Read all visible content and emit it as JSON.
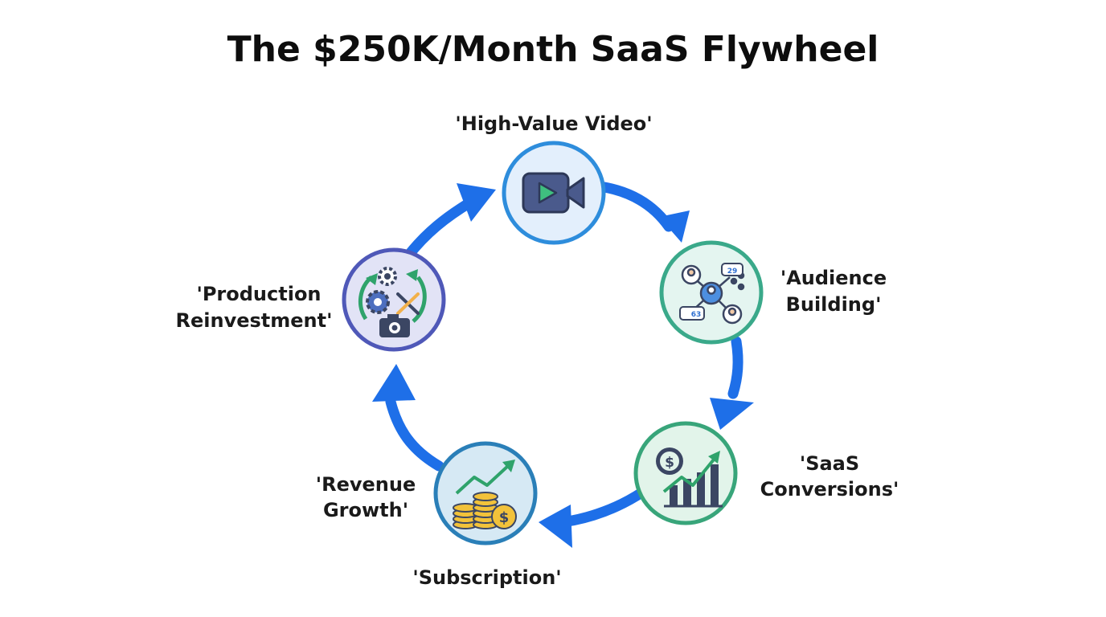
{
  "title": "The $250K/Month SaaS Flywheel",
  "nodes": [
    {
      "id": "video",
      "label_lines": [
        "'High-Value Video'"
      ],
      "icon": "video-camera-icon",
      "ring_color": "#2e8ddc",
      "fill_color": "#e3effc"
    },
    {
      "id": "audience",
      "label_lines": [
        "'Audience",
        "Building'"
      ],
      "icon": "social-network-icon",
      "ring_color": "#3aa98a",
      "fill_color": "#e4f5f0",
      "badges": [
        "29",
        "63"
      ]
    },
    {
      "id": "saas",
      "label_lines": [
        "'SaaS",
        "Conversions'"
      ],
      "icon": "growth-chart-icon",
      "ring_color": "#38a57a",
      "fill_color": "#e2f4ea"
    },
    {
      "id": "revenue",
      "label_lines": [
        "'Revenue",
        "Growth'"
      ],
      "sub_label": "'Subscription'",
      "icon": "coins-growth-icon",
      "ring_color": "#2a7fb8",
      "fill_color": "#d6e9f4"
    },
    {
      "id": "production",
      "label_lines": [
        "'Production",
        "Reinvestment'"
      ],
      "icon": "gear-tools-camera-icon",
      "ring_color": "#4f58b8",
      "fill_color": "#e2e3f6"
    }
  ],
  "colors": {
    "arrow": "#1e6fe8",
    "icon_dark": "#3b4663",
    "icon_green": "#2fa36b",
    "icon_gold": "#f2c23a"
  }
}
